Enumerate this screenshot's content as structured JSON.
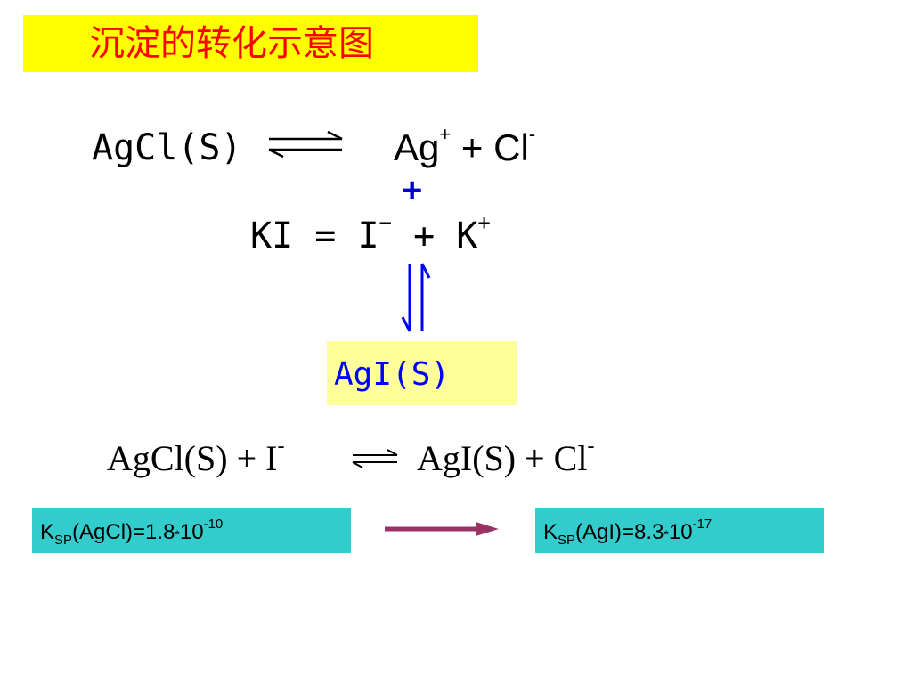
{
  "title": "沉淀的转化示意图",
  "equation1": {
    "left": "AgCl(S)",
    "ag": "Ag",
    "ag_charge": "+",
    "plus": "+",
    "cl": "Cl",
    "cl_charge": "-"
  },
  "plus_sign": "+",
  "equation2": {
    "ki": "KI",
    "equals": "=",
    "i": "I",
    "i_charge": "−",
    "plus": "+",
    "k": "K",
    "k_charge": "+"
  },
  "precipitate": "AgI(S)",
  "equation3": {
    "left": "AgCl(S) + I",
    "left_charge": "-",
    "right": "AgI(S) + Cl",
    "right_charge": "-"
  },
  "ksp_agcl": {
    "k": "K",
    "sub": "SP",
    "formula": "(AgCl)=1.8",
    "times": "*",
    "base": "10",
    "exp": "-10"
  },
  "ksp_agi": {
    "k": "K",
    "sub": "SP",
    "formula": "(AgI)=8.3",
    "times": "*",
    "base": "10",
    "exp": "-17"
  },
  "colors": {
    "title_bg": "#ffff00",
    "title_text": "#ff0000",
    "blue": "#0000ff",
    "agi_bg": "#ffff99",
    "ksp_bg": "#33cccc",
    "arrow": "#993366"
  }
}
